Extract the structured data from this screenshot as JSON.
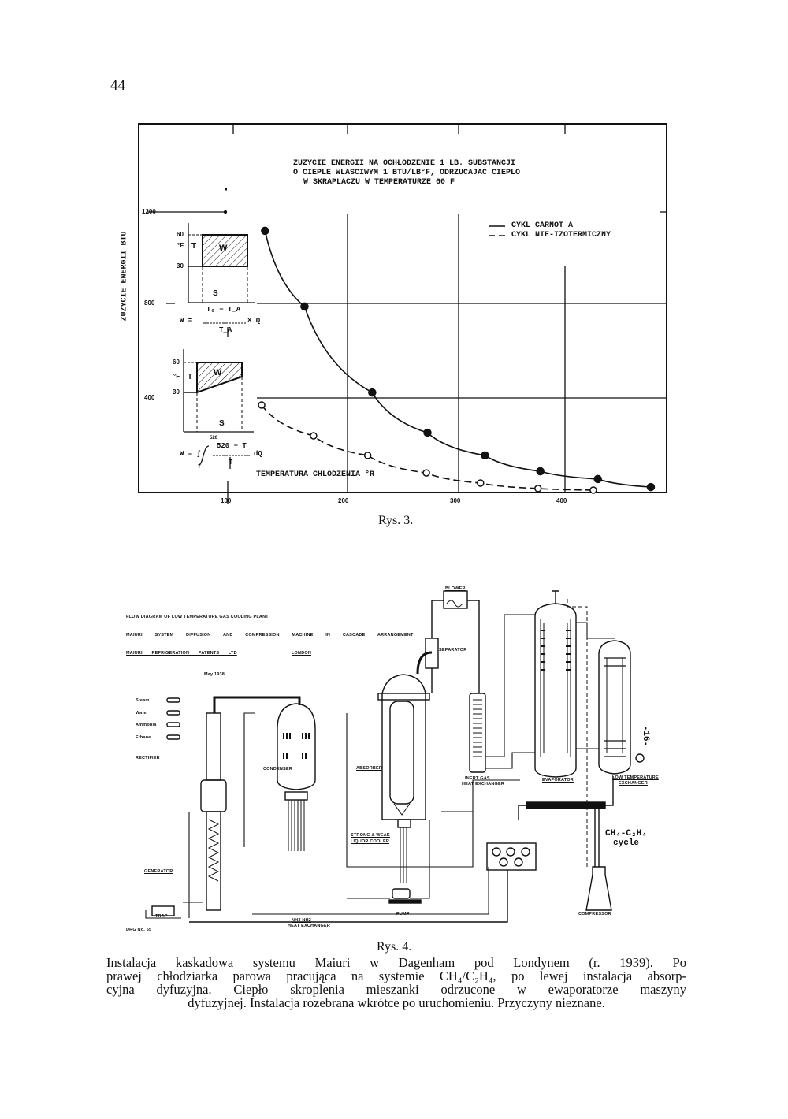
{
  "page_number": "44",
  "chart_data": {
    "type": "line",
    "title": [
      "ZUZYCIE ENERGII NA OCHŁODZENIE 1 LB. SUBSTANCJI",
      "O CIEPLE WLASCIWYM 1 BTU/LB°F, ODRZUCAJAC CIEPLO",
      "W SKRAPLACZU W TEMPERATURZE 60 F"
    ],
    "xlabel": "TEMPERATURA CHLODZENIA °R",
    "ylabel": "ZUZYCIE ENERGII BTU",
    "xlim": [
      22,
      490
    ],
    "ylim": [
      0,
      1560
    ],
    "x_ticks": [
      "100",
      "200",
      "300",
      "400"
    ],
    "x_tick_values": [
      100,
      200,
      300,
      400
    ],
    "y_ticks": [
      "1200",
      "800",
      "400"
    ],
    "y_tick_values": [
      1200,
      800,
      400
    ],
    "grid": true,
    "legend_position": "top-right",
    "series": [
      {
        "name": "CYKL CARNOT A",
        "style": "solid",
        "marker": "filled",
        "x": [
          134,
          169,
          229,
          278,
          329,
          378,
          429,
          476
        ],
        "y": [
          1107,
          787,
          423,
          253,
          157,
          90,
          57,
          23
        ]
      },
      {
        "name": "CYKL NIE-IZOTERMICZNY",
        "style": "dashed",
        "marker": "open",
        "x": [
          131,
          177,
          225,
          277,
          325,
          376,
          425
        ],
        "y": [
          370,
          240,
          157,
          83,
          40,
          17,
          10
        ]
      }
    ]
  },
  "figure3": {
    "caption": "Rys. 3.",
    "inset1": {
      "t60": "60",
      "unit": "°F",
      "t30": "30",
      "T": "T",
      "W": "W",
      "S": "S",
      "formula_num": "T₀ − T_A",
      "formula_lhs": "W =",
      "formula_rhs": "× Q",
      "formula_den": "T_A"
    },
    "inset2": {
      "t60": "60",
      "unit": "°F",
      "t30": "30",
      "T": "T",
      "W": "W",
      "S": "S",
      "formula_num": "520 − T",
      "formula_lhs": "W = ∫",
      "formula_rhs": "dQ",
      "formula_den": "T",
      "int_top": "520",
      "int_bot": "T"
    }
  },
  "figure4": {
    "caption": "Rys. 4.",
    "header": [
      "FLOW DIAGRAM OF LOW TEMPERATURE GAS COOLING PLANT",
      "MAIURI SYSTEM DIFFUSION AND COMPRESSION MACHINE IN CASCADE ARRANGEMENT",
      "MAIURI REFRIGERATION PATENTS LTD",
      "LONDON",
      "May 1938"
    ],
    "legend": [
      "Steam",
      "Water",
      "Ammonia",
      "Ethane"
    ],
    "labels": {
      "rectifier": "RECTIFIER",
      "condenser": "CONDENSER",
      "absorber": "ABSORBER",
      "separator": "SEPARATOR",
      "blower": "BLOWER",
      "inert_gas_he": [
        "INERT GAS",
        "HEAT EXCHANGER"
      ],
      "evaporator": "EVAPORATOR",
      "low_temp_exchanger": [
        "LOW TEMPERATURE",
        "EXCHANGER"
      ],
      "heat_exchanger": "HEAT EXCHANGER",
      "cycle": [
        "CH₄-C₂H₄",
        "cycle"
      ],
      "liquor_cooler": [
        "STRONG & WEAK",
        "LIQUOR COOLER"
      ],
      "generator": "GENERATOR",
      "trap": "TRAP",
      "nh3_he": [
        "NH3 NH2",
        "HEAT EXCHANGER"
      ],
      "pump": "PUMP",
      "compressor": "COMPRESSOR",
      "drawing_no": "DRG No. 55",
      "sheet": "-16-"
    }
  },
  "caption_lines": [
    "Instalacja kaskadowa systemu Maiuri w Dagenham pod Londynem (r. 1939). Po",
    "prawej chłodziarka parowa pracująca na systemie CH₄/C₂H₄, po lewej instalacja absorp-",
    "cyjna dyfuzyjna. Ciepło skroplenia mieszanki odrzucone w ewaporatorze maszyny",
    "dyfuzyjnej. Instalacja rozebrana wkrótce po uruchomieniu. Przyczyny nieznane."
  ]
}
